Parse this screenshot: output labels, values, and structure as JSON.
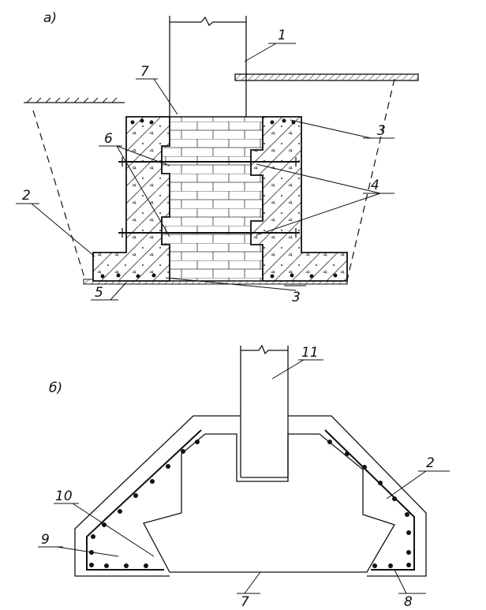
{
  "figure_a": {
    "label": "а)",
    "callouts": {
      "column": "1",
      "footing": "2",
      "joint_top": "3",
      "joint_bottom": "3",
      "tie_rods": "4",
      "base_layer": "5",
      "recesses": "6",
      "existing_foundation": "7"
    }
  },
  "figure_b": {
    "label": "б)",
    "callouts": {
      "cage": "2",
      "foundation": "7",
      "reinforcement": "8",
      "concrete": "9",
      "rebar": "10",
      "column": "11"
    }
  }
}
